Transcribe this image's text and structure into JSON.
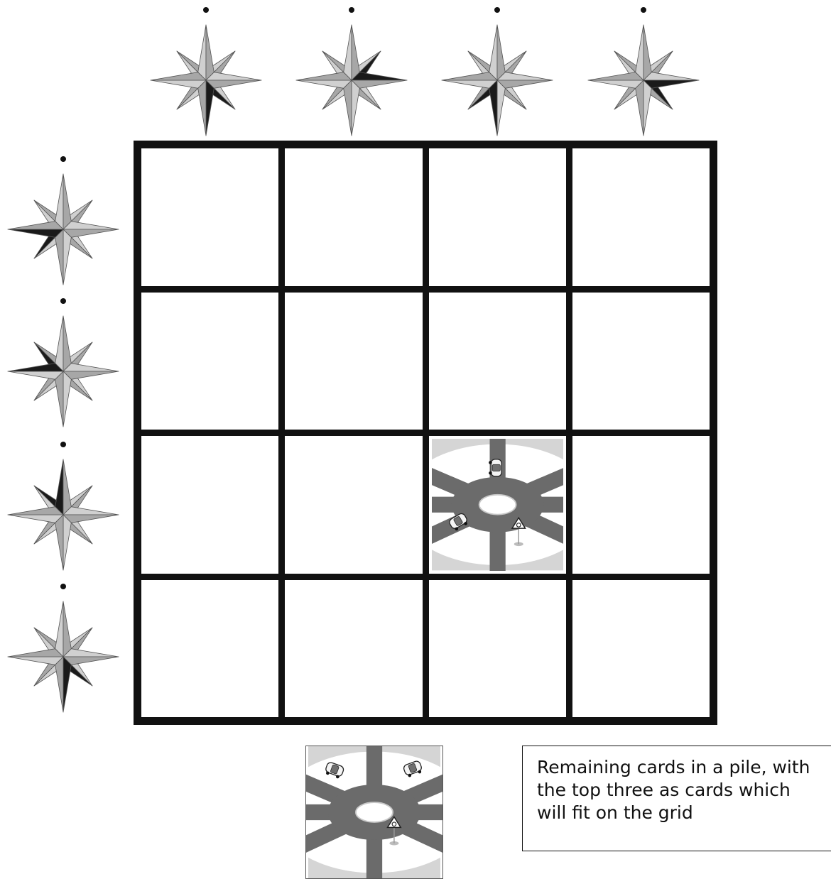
{
  "compasses": {
    "top": [
      {
        "highlight": "SSE"
      },
      {
        "highlight": "ENE"
      },
      {
        "highlight": "SSW"
      },
      {
        "highlight": "ESE"
      }
    ],
    "left": [
      {
        "highlight": "WSW"
      },
      {
        "highlight": "WNW"
      },
      {
        "highlight": "NNW"
      },
      {
        "highlight": "SSE"
      }
    ],
    "colors": {
      "light": "#d0d0d0",
      "mid": "#a7a7a7",
      "dark": "#1a1a1a",
      "stroke": "#555555"
    }
  },
  "grid": {
    "rows": 4,
    "cols": 4,
    "placed_tile": {
      "row": 3,
      "col": 3,
      "type": "roundabout"
    }
  },
  "pile_card": {
    "type": "roundabout"
  },
  "note": {
    "line1": "Remaining cards in a pile, with",
    "line2": "the top three as cards which",
    "line3": "will fit on the grid"
  }
}
